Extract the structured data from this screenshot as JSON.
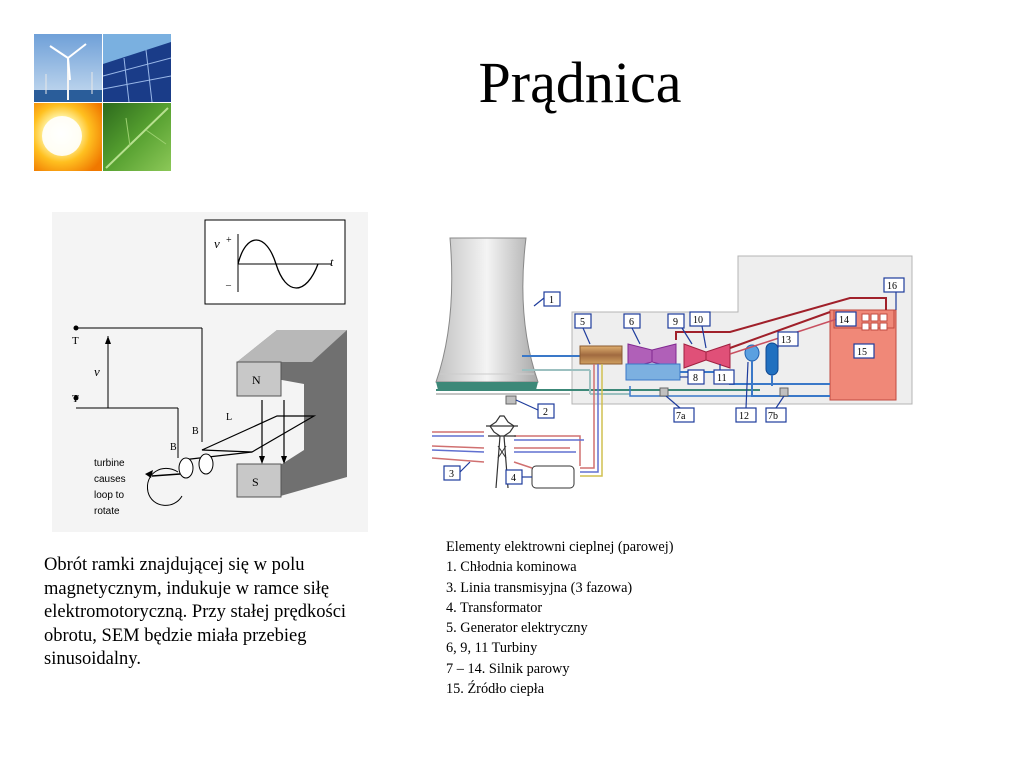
{
  "slide": {
    "title": "Prądnica",
    "body_text": "Obrót ramki znajdującej się w polu magnetycznym, indukuje w ramce siłę elektromotoryczną. Przy stałej prędkości obrotu, SEM będzie miała przebieg sinusoidalny."
  },
  "generator_figure": {
    "graph_v": "v",
    "graph_plus": "+",
    "graph_minus": "–",
    "graph_t": "t",
    "terminal_top": "T",
    "terminal_bottom": "T",
    "voltage": "v",
    "magnet_north": "N",
    "magnet_south": "S",
    "loop_label": "L",
    "brush_label_1": "B",
    "brush_label_2": "B",
    "caption_1": "turbine",
    "caption_2": "causes",
    "caption_3": "loop to",
    "caption_4": "rotate"
  },
  "plant_figure": {
    "labels": {
      "l1": "1",
      "l2": "2",
      "l3": "3",
      "l4": "4",
      "l5": "5",
      "l6": "6",
      "l7a": "7a",
      "l7b": "7b",
      "l8": "8",
      "l9": "9",
      "l10": "10",
      "l11": "11",
      "l12": "12",
      "l13": "13",
      "l14": "14",
      "l15": "15",
      "l16": "16"
    }
  },
  "legend": {
    "heading": "Elementy elektrowni cieplnej (parowej)",
    "items": [
      "1. Chłodnia kominowa",
      "3. Linia transmisyjna (3 fazowa)",
      "4. Transformator",
      "5. Generator elektryczny",
      "6, 9, 11 Turbiny",
      "7 – 14. Silnik parowy",
      "15. Źródło ciepła"
    ]
  },
  "colors": {
    "blue_pipe": "#3a78c8",
    "red_pipe": "#a0202a",
    "heat_source": "#f08878",
    "label_border": "#1e3c9c"
  }
}
